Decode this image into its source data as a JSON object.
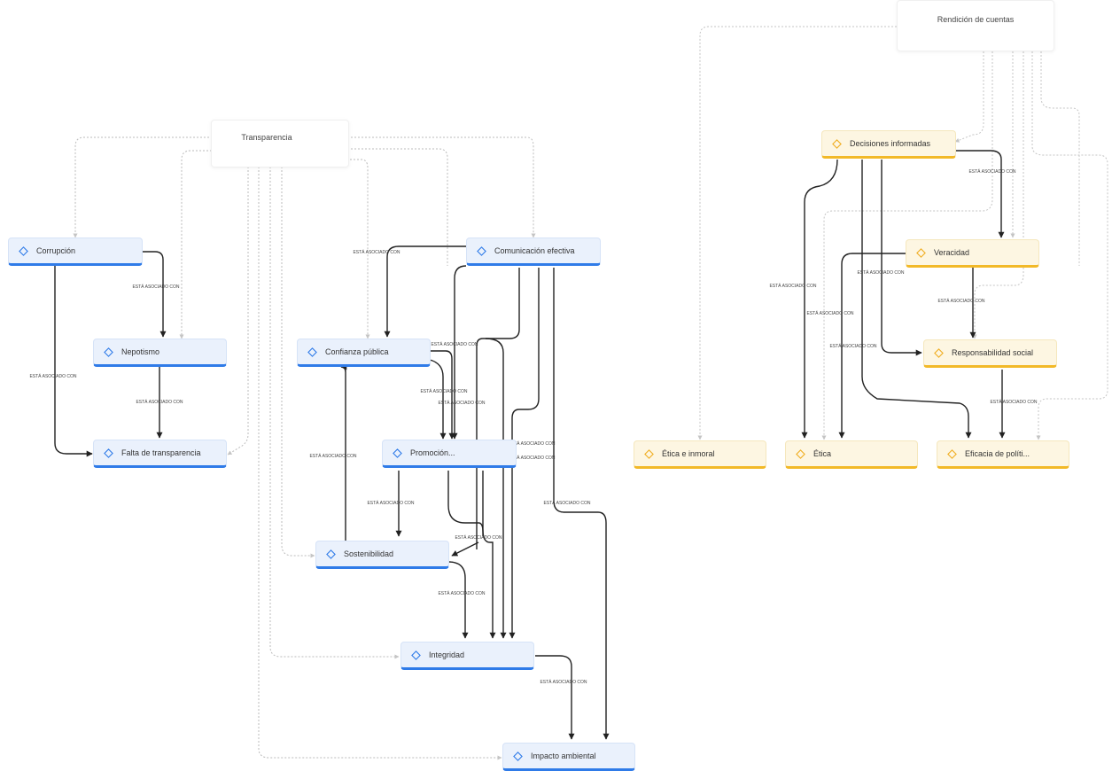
{
  "roots": {
    "transparencia": "Transparencia",
    "rendicion": "Rendición de cuentas"
  },
  "nodes": {
    "corrupcion": "Corrupción",
    "nepotismo": "Nepotismo",
    "falta_transparencia": "Falta de transparencia",
    "comunicacion_efectiva": "Comunicación efectiva",
    "confianza_publica": "Confianza pública",
    "promocion": "Promoción...",
    "sostenibilidad": "Sostenibilidad",
    "integridad": "Integridad",
    "impacto_ambiental": "Impacto ambiental",
    "decisiones_informadas": "Decisiones informadas",
    "veracidad": "Veracidad",
    "responsabilidad_social": "Responsabilidad social",
    "etica_inmoral": "Ética e inmoral",
    "etica": "Ética",
    "eficacia_politicas": "Eficacia de políti..."
  },
  "edge_label": "ESTÁ ASOCIADO CON",
  "colors": {
    "blue_accent": "#2f7be8",
    "blue_fill": "#eaf1fc",
    "yellow_accent": "#f2b928",
    "yellow_fill": "#fdf6e2",
    "edge_solid": "#222222",
    "edge_dashed": "#bbbbbb"
  },
  "icon": "diamond-icon"
}
